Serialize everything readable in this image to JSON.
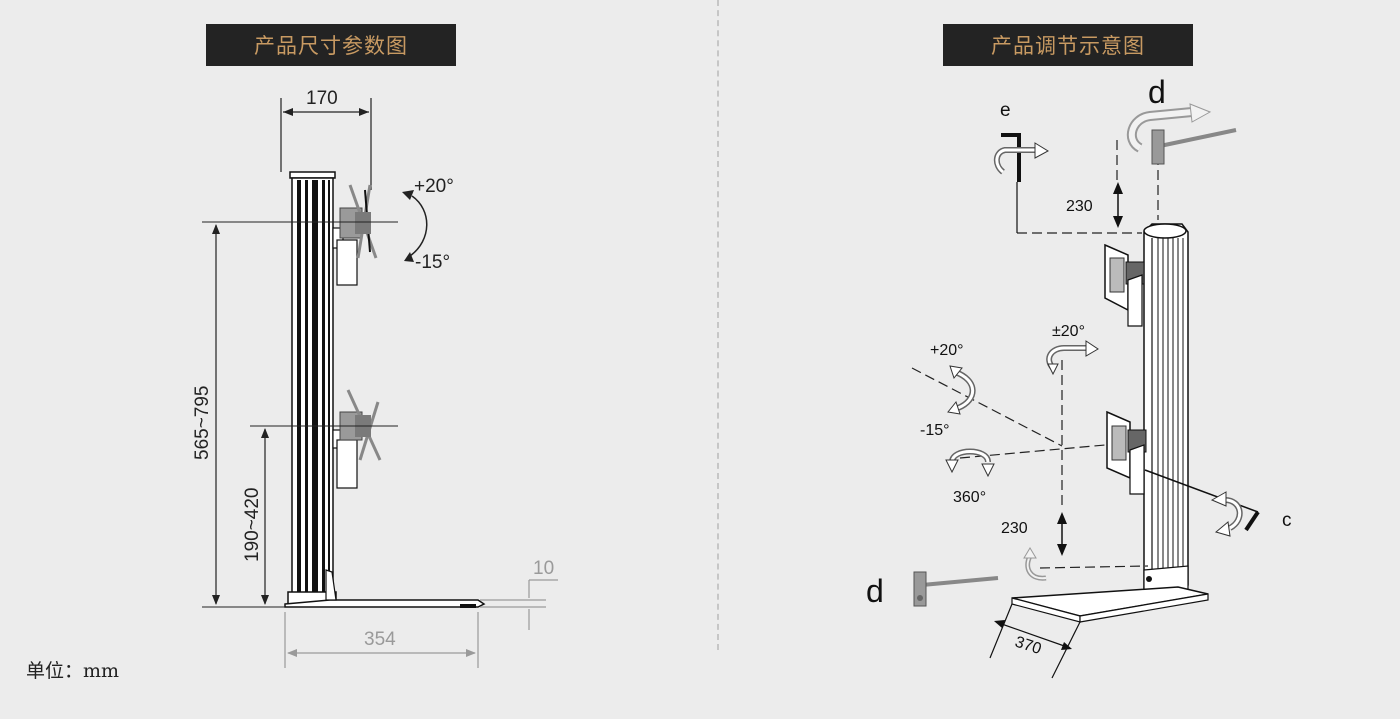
{
  "left_panel": {
    "title": "产品尺寸参数图",
    "dims": {
      "width_top": "170",
      "tilt_up": "+20°",
      "tilt_down": "-15°",
      "height_upper": "565~795",
      "height_lower": "190~420",
      "base_thickness": "10",
      "base_depth": "354"
    }
  },
  "right_panel": {
    "title": "产品调节示意图",
    "labels": {
      "d_top": "d",
      "e": "e",
      "upper_travel": "230",
      "swivel": "±20°",
      "tilt_up": "+20°",
      "tilt_down": "-15°",
      "rotate": "360°",
      "lower_travel": "230",
      "c": "c",
      "d_bottom": "d",
      "base_width": "370"
    }
  },
  "unit_note": "单位：mm"
}
